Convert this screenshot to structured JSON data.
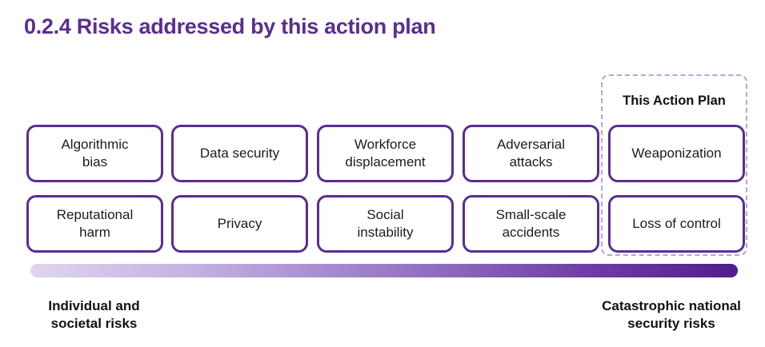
{
  "title": "0.2.4 Risks addressed by this action plan",
  "action_plan": {
    "label": "This Action Plan"
  },
  "grid": {
    "row1": [
      "Algorithmic\nbias",
      "Data security",
      "Workforce\ndisplacement",
      "Adversarial\nattacks",
      "Weaponization"
    ],
    "row2": [
      "Reputational\nharm",
      "Privacy",
      "Social\ninstability",
      "Small-scale\naccidents",
      "Loss of control"
    ]
  },
  "spectrum": {
    "left_label": "Individual and\nsocietal risks",
    "right_label": "Catastrophic national\nsecurity risks",
    "gradient_start": "#ded5ee",
    "gradient_mid": "#9878c5",
    "gradient_end": "#4f1e8c"
  },
  "colors": {
    "title": "#5b2d90",
    "box_border": "#5b2c91",
    "dashed_border": "#b5a4db",
    "text": "#1c1c1c"
  }
}
